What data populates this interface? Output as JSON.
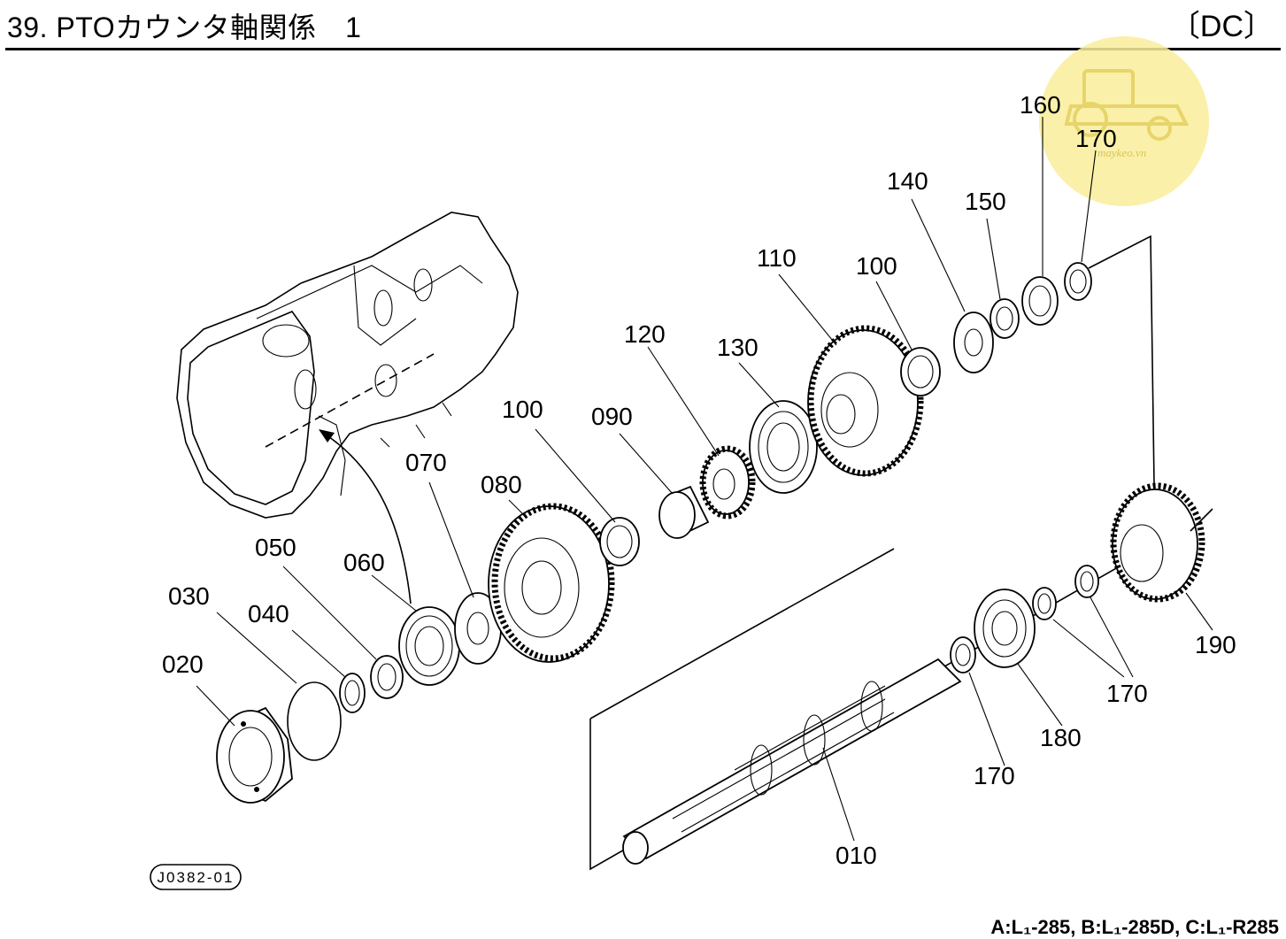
{
  "header": {
    "title": "39. PTOカウンタ軸関係　1",
    "code": "〔DC〕"
  },
  "diagram_id": "J0382-01",
  "model_note": "A:L₁-285, B:L₁-285D, C:L₁-R285",
  "watermark": {
    "text": "maykeo.vn",
    "color": "#f7e98c"
  },
  "callouts": [
    {
      "id": "c010",
      "label": "010"
    },
    {
      "id": "c020",
      "label": "020"
    },
    {
      "id": "c030",
      "label": "030"
    },
    {
      "id": "c040",
      "label": "040"
    },
    {
      "id": "c050",
      "label": "050"
    },
    {
      "id": "c060",
      "label": "060"
    },
    {
      "id": "c070",
      "label": "070"
    },
    {
      "id": "c080",
      "label": "080"
    },
    {
      "id": "c090",
      "label": "090"
    },
    {
      "id": "c100a",
      "label": "100"
    },
    {
      "id": "c100b",
      "label": "100"
    },
    {
      "id": "c110",
      "label": "110"
    },
    {
      "id": "c120",
      "label": "120"
    },
    {
      "id": "c130",
      "label": "130"
    },
    {
      "id": "c140",
      "label": "140"
    },
    {
      "id": "c150",
      "label": "150"
    },
    {
      "id": "c160",
      "label": "160"
    },
    {
      "id": "c170a",
      "label": "170"
    },
    {
      "id": "c170b",
      "label": "170"
    },
    {
      "id": "c170c",
      "label": "170"
    },
    {
      "id": "c180",
      "label": "180"
    },
    {
      "id": "c190",
      "label": "190"
    }
  ]
}
